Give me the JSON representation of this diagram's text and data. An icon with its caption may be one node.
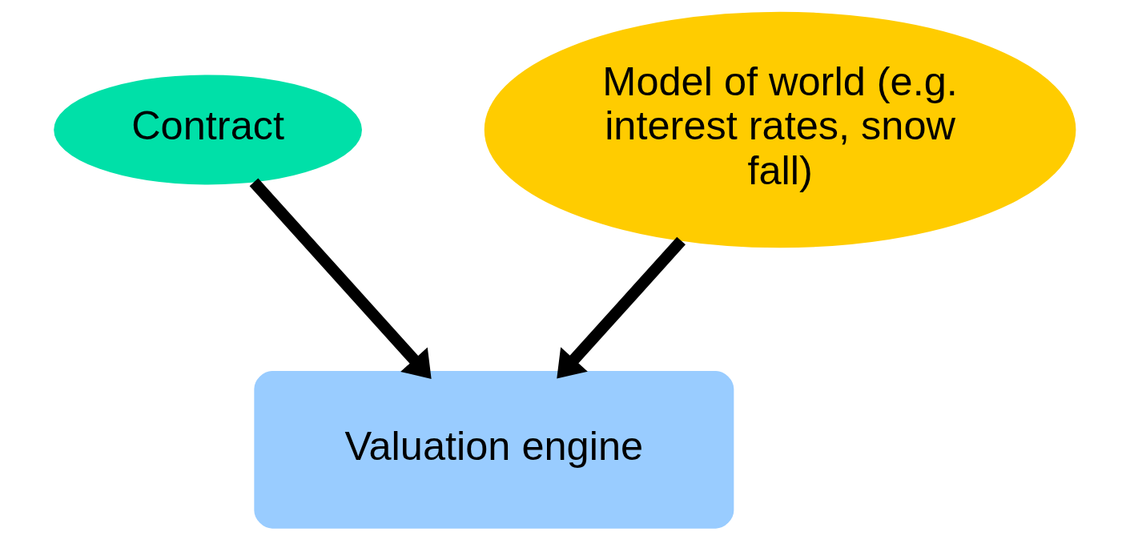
{
  "diagram": {
    "nodes": [
      {
        "text": [
          "Contract"
        ]
      },
      {
        "text": [
          "Model of world (e.g. interest rates, snow fall)"
        ]
      },
      {
        "text": [
          "Valuation engine"
        ]
      }
    ],
    "edges": [
      {
        "from": 0,
        "to": 2,
        "arrow": "to"
      },
      {
        "from": 1,
        "to": 2,
        "arrow": "to"
      }
    ]
  }
}
